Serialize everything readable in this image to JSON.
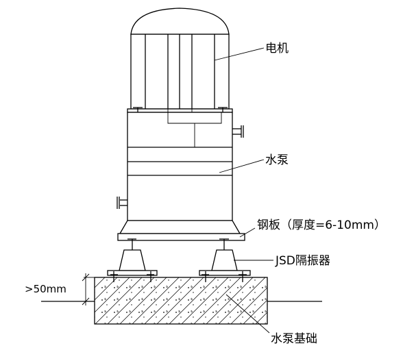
{
  "labels": {
    "motor": "电机",
    "pump": "水泵",
    "steel_plate": "钢板（厚度=6-10mm）",
    "isolator": "JSD隔振器",
    "foundation": "水泵基础",
    "dimension": ">50mm"
  }
}
